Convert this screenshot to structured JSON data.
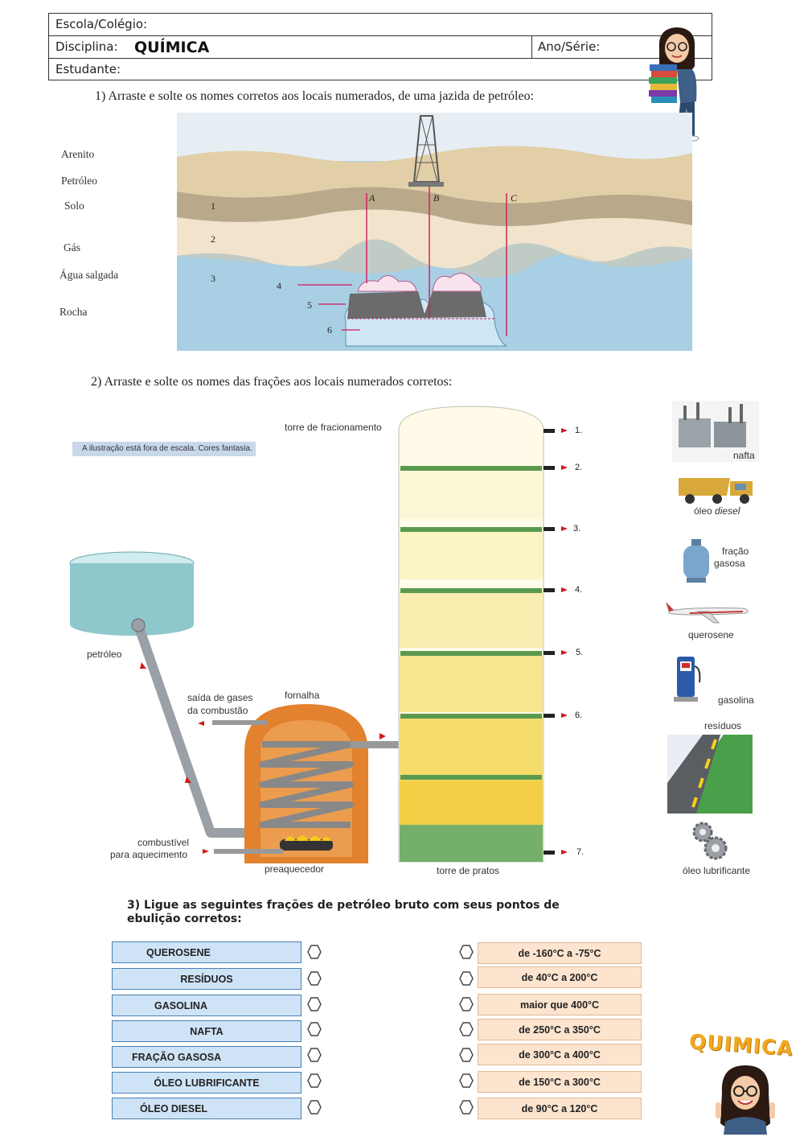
{
  "header": {
    "school_label": "Escola/Colégio:",
    "subject_label": "Disciplina:",
    "subject_value": "QUÍMICA",
    "year_label": "Ano/Série:",
    "student_label": "Estudante:"
  },
  "q1": {
    "title": "1)  Arraste e solte  os nomes corretos aos locais numerados, de uma jazida de petróleo:",
    "word_bank": [
      "Arenito",
      "Petróleo",
      "Solo",
      "Gás",
      "Água salgada",
      "Rocha"
    ],
    "layer_numbers": [
      "1",
      "2",
      "3",
      "4",
      "5",
      "6"
    ],
    "well_letters": [
      "A",
      "B",
      "C"
    ]
  },
  "q2": {
    "title": "2)  Arraste e solte  os nomes das frações aos locais numerados corretos:",
    "note": "A ilustração está fora de escala. Cores fantasia.",
    "labels": {
      "tower": "torre de fracionamento",
      "oil": "petróleo",
      "exhaust_1": "saída de gases",
      "exhaust_2": "da combustão",
      "furnace": "fornalha",
      "fuel_1": "combustível",
      "fuel_2": "para aquecimento",
      "preheater": "preaquecedor",
      "plates": "torre de pratos"
    },
    "outlets": [
      "1.",
      "2.",
      "3.",
      "4.",
      "5.",
      "6.",
      "7."
    ],
    "fractions": {
      "nafta": "nafta",
      "oleo": "óleo ",
      "diesel": "diesel",
      "fracao_1": "fração",
      "fracao_2": "gasosa",
      "querosene": "querosene",
      "gasolina": "gasolina",
      "residuos": "resíduos",
      "lubrificante": "óleo lubrificante"
    }
  },
  "q3": {
    "title_1": "3) Ligue as seguintes frações de petróleo bruto com seus pontos de",
    "title_2": "ebulição corretos:",
    "left": [
      "QUEROSENE",
      "RESÍDUOS",
      "GASOLINA",
      "NAFTA",
      "FRAÇÃO GASOSA",
      "ÓLEO LUBRIFICANTE",
      "ÓLEO DIESEL"
    ],
    "right": [
      "de -160°C a -75°C",
      "de 40°C a 200°C",
      "maior que 400°C",
      "de 250°C a 350°C",
      "de 300°C a 400°C",
      "de 150°C a 300°C",
      "de 90°C a 120°C"
    ]
  },
  "logo": "QUIMICA",
  "colors": {
    "left_box": "#cfe3f7",
    "right_box": "#fce4cf",
    "water": "#a9cfe4",
    "oil": "#6b6b6b",
    "arrow": "#d01a5a"
  }
}
